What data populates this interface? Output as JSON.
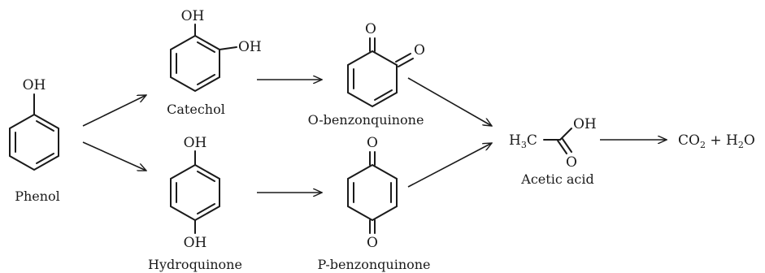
{
  "atoms": {
    "hydroxyl": "OH",
    "oxygen": "O",
    "methyl_prefix": "H",
    "methyl_sub": "3",
    "methyl_suffix": "C"
  },
  "compounds": {
    "phenol": "Phenol",
    "catechol": "Catechol",
    "hydroquinone": "Hydroquinone",
    "o_benzoquinone": "O-benzonquinone",
    "p_benzoquinone": "P-benzonquinone",
    "acetic_acid": "Acetic acid"
  },
  "products": {
    "co2_prefix": "CO",
    "co2_sub": "2",
    "plus": " + H",
    "h2o_sub": "2",
    "h2o_suffix": "O"
  }
}
